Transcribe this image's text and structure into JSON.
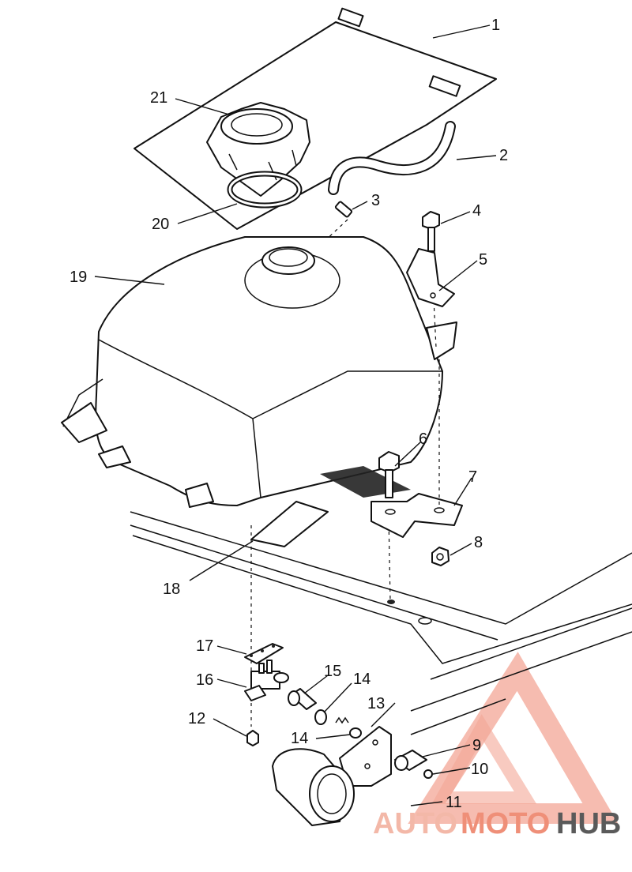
{
  "callouts": [
    {
      "id": "1",
      "text": "1"
    },
    {
      "id": "2",
      "text": "2"
    },
    {
      "id": "3",
      "text": "3"
    },
    {
      "id": "4",
      "text": "4"
    },
    {
      "id": "5",
      "text": "5"
    },
    {
      "id": "6",
      "text": "6"
    },
    {
      "id": "7",
      "text": "7"
    },
    {
      "id": "8",
      "text": "8"
    },
    {
      "id": "9",
      "text": "9"
    },
    {
      "id": "10",
      "text": "10"
    },
    {
      "id": "11",
      "text": "11"
    },
    {
      "id": "12",
      "text": "12"
    },
    {
      "id": "13",
      "text": "13"
    },
    {
      "id": "14a",
      "text": "14"
    },
    {
      "id": "14b",
      "text": "14"
    },
    {
      "id": "15",
      "text": "15"
    },
    {
      "id": "16",
      "text": "16"
    },
    {
      "id": "17",
      "text": "17"
    },
    {
      "id": "18",
      "text": "18"
    },
    {
      "id": "19",
      "text": "19"
    },
    {
      "id": "20",
      "text": "20"
    },
    {
      "id": "21",
      "text": "21"
    }
  ],
  "watermark": {
    "part1": "AUTO",
    "part2": "MOTO",
    "part3": "HUB",
    "color_light": "#f3b8a8",
    "color_mid": "#ef8f78",
    "color_dark": "#5a5a5a"
  }
}
